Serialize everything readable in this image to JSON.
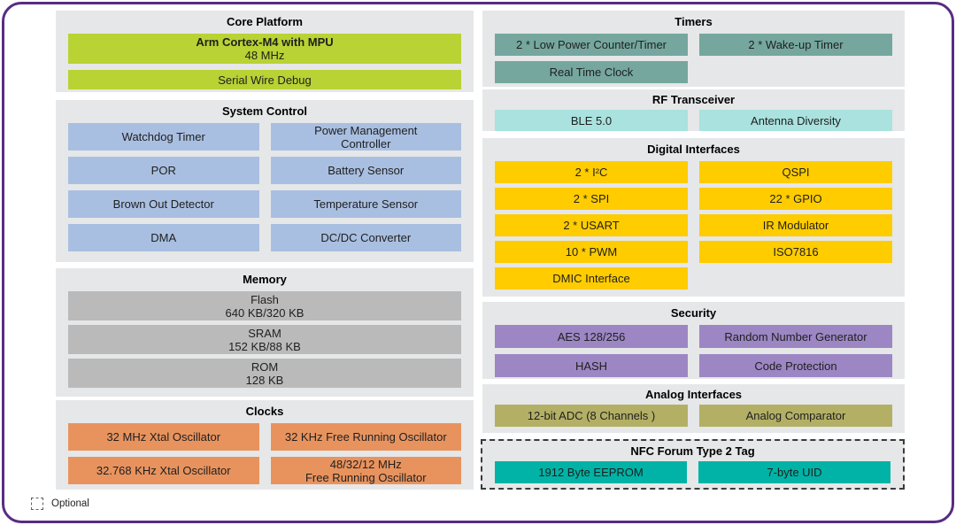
{
  "colors": {
    "frame_border": "#582c83",
    "panel_bg": "#e6e7e8",
    "core_green": "#b9d234",
    "system_blue": "#a9bfe1",
    "memory_gray": "#bababa",
    "clocks_orange": "#e8935e",
    "timers_teal": "#75a79f",
    "rf_cyan": "#a9e2de",
    "digital_yellow": "#ffcc00",
    "security_purple": "#9c86c3",
    "analog_olive": "#b3b066",
    "nfc_teal": "#00b3a6"
  },
  "sections": {
    "core_platform": {
      "title": "Core Platform",
      "cpu": {
        "line1": "Arm Cortex-M4 with MPU",
        "line2": "48 MHz"
      },
      "swd": "Serial Wire Debug"
    },
    "system_control": {
      "title": "System Control",
      "blocks": [
        "Watchdog Timer",
        {
          "line1": "Power Management",
          "line2": "Controller"
        },
        "POR",
        "Battery Sensor",
        "Brown Out Detector",
        "Temperature Sensor",
        "DMA",
        "DC/DC Converter"
      ]
    },
    "memory": {
      "title": "Memory",
      "blocks": [
        {
          "line1": "Flash",
          "line2": "640 KB/320 KB"
        },
        {
          "line1": "SRAM",
          "line2": "152 KB/88 KB"
        },
        {
          "line1": "ROM",
          "line2": "128 KB"
        }
      ]
    },
    "clocks": {
      "title": "Clocks",
      "blocks": [
        "32 MHz Xtal Oscillator",
        "32 KHz Free Running Oscillator",
        "32.768 KHz Xtal Oscillator",
        {
          "line1": "48/32/12 MHz",
          "line2": "Free Running Oscillator"
        }
      ]
    },
    "timers": {
      "title": "Timers",
      "blocks": [
        "2 * Low Power Counter/Timer",
        "2 * Wake-up Timer",
        "Real Time Clock"
      ]
    },
    "rf_transceiver": {
      "title": "RF Transceiver",
      "blocks": [
        "BLE 5.0",
        "Antenna Diversity"
      ]
    },
    "digital_interfaces": {
      "title": "Digital Interfaces",
      "blocks": [
        "2 * I²C",
        "QSPI",
        "2 * SPI",
        "22 * GPIO",
        "2 * USART",
        "IR Modulator",
        "10 * PWM",
        "ISO7816",
        "DMIC Interface"
      ]
    },
    "security": {
      "title": "Security",
      "blocks": [
        "AES 128/256",
        "Random Number Generator",
        "HASH",
        "Code Protection"
      ]
    },
    "analog_interfaces": {
      "title": "Analog Interfaces",
      "blocks": [
        "12-bit ADC (8 Channels )",
        "Analog Comparator"
      ]
    },
    "nfc": {
      "title": "NFC Forum Type 2 Tag",
      "blocks": [
        "1912 Byte EEPROM",
        "7-byte UID"
      ]
    }
  },
  "legend": {
    "optional_label": "Optional"
  }
}
